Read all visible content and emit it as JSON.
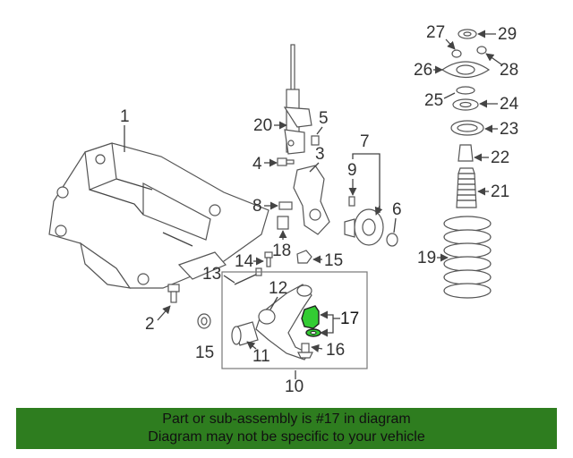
{
  "banner": {
    "line1": "Part or sub-assembly is #17 in diagram",
    "line2": "Diagram may not be specific to your vehicle"
  },
  "highlight_color": "#33cc33",
  "banner_color": "#2e7d1f",
  "labels": {
    "l1": "1",
    "l2": "2",
    "l3": "3",
    "l4": "4",
    "l5": "5",
    "l6": "6",
    "l7": "7",
    "l8": "8",
    "l9": "9",
    "l10": "10",
    "l11": "11",
    "l12": "12",
    "l13": "13",
    "l14": "14",
    "l15a": "15",
    "l15b": "15",
    "l16": "16",
    "l17": "17",
    "l18": "18",
    "l19": "19",
    "l20": "20",
    "l21": "21",
    "l22": "22",
    "l23": "23",
    "l24": "24",
    "l25": "25",
    "l26": "26",
    "l27": "27",
    "l28": "28",
    "l29": "29"
  }
}
